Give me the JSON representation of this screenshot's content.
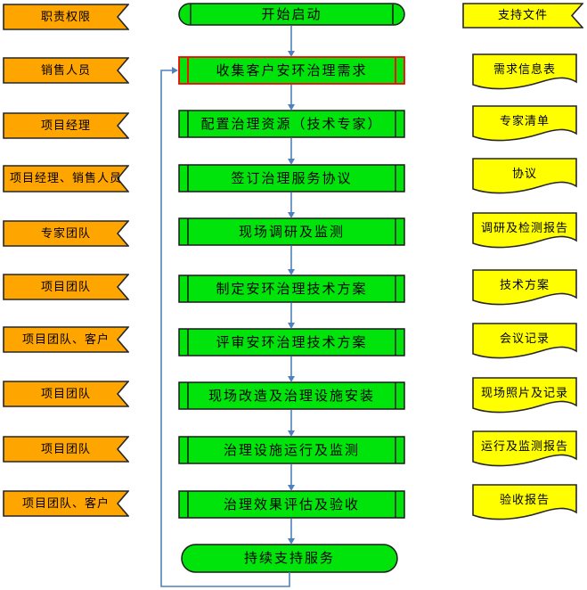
{
  "diagram_type": "flowchart",
  "colors": {
    "role_fill": "#FFA500",
    "process_fill": "#00E40B",
    "document_fill": "#FFFF00",
    "shape_border": "#1A1A1A",
    "highlight_border": "#FF0000",
    "arrow": "#4F81BD",
    "background": "#FFFFFF",
    "text": "#000000"
  },
  "columns": {
    "roles": {
      "header": "职责权限",
      "items": [
        "销售人员",
        "项目经理",
        "项目经理、销售人员",
        "专家团队",
        "项目团队",
        "项目团队、客户",
        "项目团队",
        "项目团队",
        "项目团队、客户"
      ]
    },
    "process": {
      "start": "开始启动",
      "steps": [
        "收集客户安环治理需求",
        "配置治理资源（技术专家）",
        "签订治理服务协议",
        "现场调研及监测",
        "制定安环治理技术方案",
        "评审安环治理技术方案",
        "现场改造及治理设施安装",
        "治理设施运行及监测",
        "治理效果评估及验收"
      ],
      "end": "持续支持服务",
      "highlighted_step": "收集客户安环治理需求",
      "feedback_loop": "持续支持服务 → 收集客户安环治理需求"
    },
    "documents": {
      "header": "支持文件",
      "items": [
        "需求信息表",
        "专家清单",
        "协议",
        "调研及检测报告",
        "技术方案",
        "会议记录",
        "现场照片及记录",
        "运行及监测报告",
        "验收报告"
      ]
    }
  }
}
